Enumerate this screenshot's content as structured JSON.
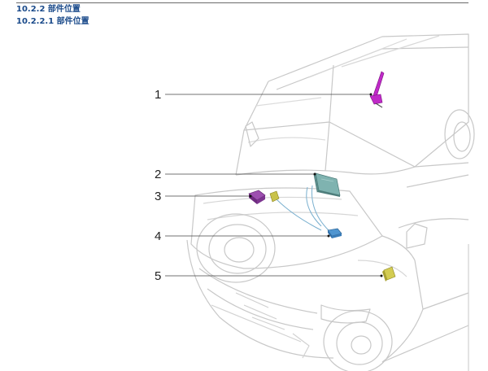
{
  "document": {
    "section_heading": "10.2.2 部件位置",
    "subsection_heading": "10.2.2.1 部件位置"
  },
  "diagram": {
    "callouts": [
      {
        "number": "1"
      },
      {
        "number": "2"
      },
      {
        "number": "3"
      },
      {
        "number": "4"
      },
      {
        "number": "5"
      }
    ]
  },
  "colors": {
    "heading": "#1a4a8a",
    "component_1": "#c02ac8",
    "component_2": "#6fa5a3",
    "component_3": "#8a3a9c",
    "component_4": "#3f87c5",
    "component_5": "#c9c24a",
    "vehicle_line": "#c8c8c8"
  }
}
